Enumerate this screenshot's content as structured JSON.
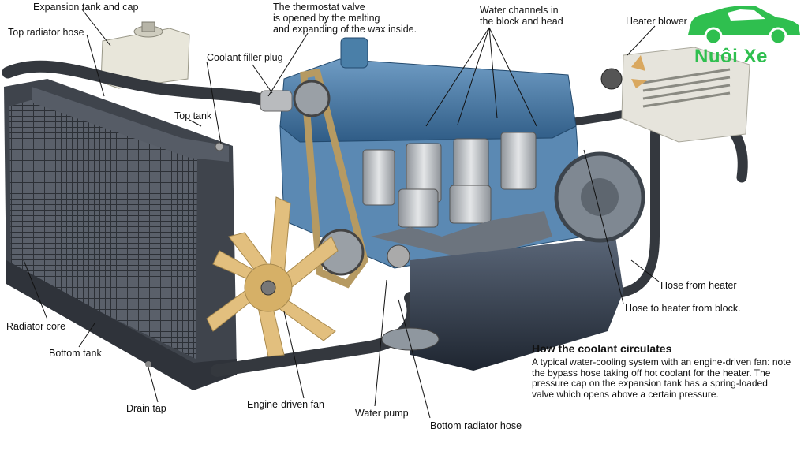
{
  "labels": {
    "expansion_tank_cap": "Expansion tank and cap",
    "top_radiator_hose": "Top radiator hose",
    "thermostat": "The thermostat valve\nis opened by the melting\nand expanding of the wax inside.",
    "coolant_filler_plug": "Coolant filler plug",
    "water_channels": "Water channels in\nthe block and head",
    "heater_blower": "Heater blower",
    "top_tank": "Top tank",
    "radiator_core": "Radiator core",
    "bottom_tank": "Bottom tank",
    "drain_tap": "Drain tap",
    "engine_driven_fan": "Engine-driven fan",
    "water_pump": "Water pump",
    "bottom_radiator_hose": "Bottom radiator hose",
    "hose_from_heater": "Hose from heater",
    "hose_to_heater": "Hose to heater from block."
  },
  "caption": {
    "title": "How the coolant circulates",
    "body": "A typical water-cooling system with an engine-driven fan: note the bypass hose taking off hot coolant for the heater. The pressure cap on the expansion tank has a spring-loaded valve which opens above a certain pressure."
  },
  "logo": {
    "name": "Nuôi Xe",
    "color": "#2fbf4f"
  },
  "colors": {
    "engine_blue": "#4a7fa8",
    "metal": "#b8bcc0",
    "hose": "#3a3d42",
    "radiator": "#4a4f58"
  }
}
